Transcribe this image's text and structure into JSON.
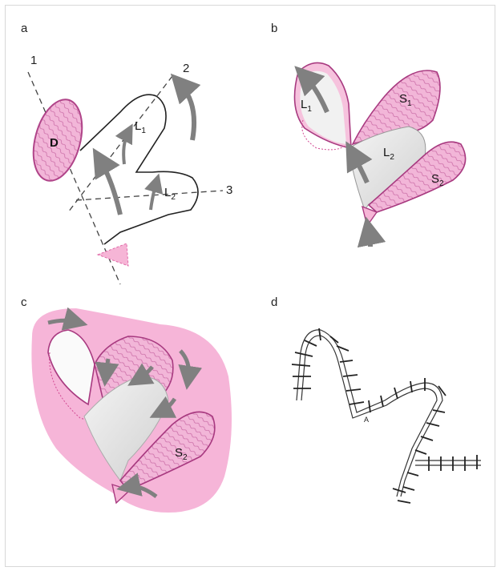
{
  "panels": [
    {
      "letter": "a"
    },
    {
      "letter": "b"
    },
    {
      "letter": "c"
    },
    {
      "letter": "d"
    }
  ],
  "panel_a": {
    "lines": [
      "1",
      "2",
      "3"
    ],
    "defect": "D",
    "flap1": {
      "base": "L",
      "sub": "1"
    },
    "flap2": {
      "base": "L",
      "sub": "2"
    }
  },
  "panel_b": {
    "flap1": {
      "base": "L",
      "sub": "1"
    },
    "flap2": {
      "base": "L",
      "sub": "2"
    },
    "skin1": {
      "base": "S",
      "sub": "1"
    },
    "skin2": {
      "base": "S",
      "sub": "2"
    }
  },
  "panel_c": {
    "skin2": {
      "base": "S",
      "sub": "2"
    }
  },
  "panel_d": {
    "mark": "A"
  },
  "colors": {
    "pink": "#f2b6d8",
    "pink_dark": "#d4529a",
    "arrow": "#808080",
    "gray_fill": "#dddddd",
    "line": "#222222"
  }
}
